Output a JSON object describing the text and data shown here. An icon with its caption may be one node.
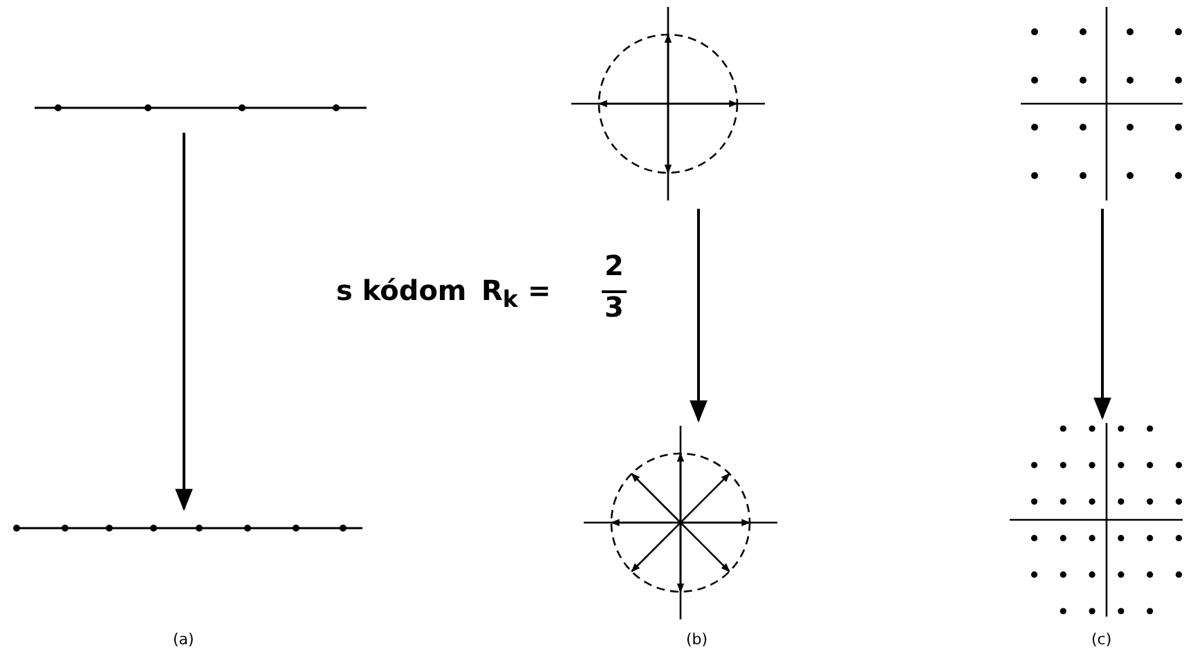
{
  "diagram": {
    "nodes": [
      {
        "text": [],
        "shape": "picture"
      },
      {
        "text": [],
        "shape": "picture"
      },
      {
        "text": [],
        "shape": "picture"
      },
      {
        "text": [],
        "shape": "picture"
      },
      {
        "text": [],
        "shape": "picture"
      },
      {
        "text": [],
        "shape": "picture"
      }
    ],
    "edges": [
      {
        "from": 0,
        "to": 3,
        "arrow": "to"
      },
      {
        "from": 1,
        "to": 4,
        "arrow": "to"
      },
      {
        "from": 2,
        "to": 5,
        "arrow": "to"
      }
    ],
    "labels": [
      "s kódom",
      "R$_{k}$ =",
      "2",
      "3",
      "(a)",
      "(b)",
      "(c)"
    ]
  }
}
